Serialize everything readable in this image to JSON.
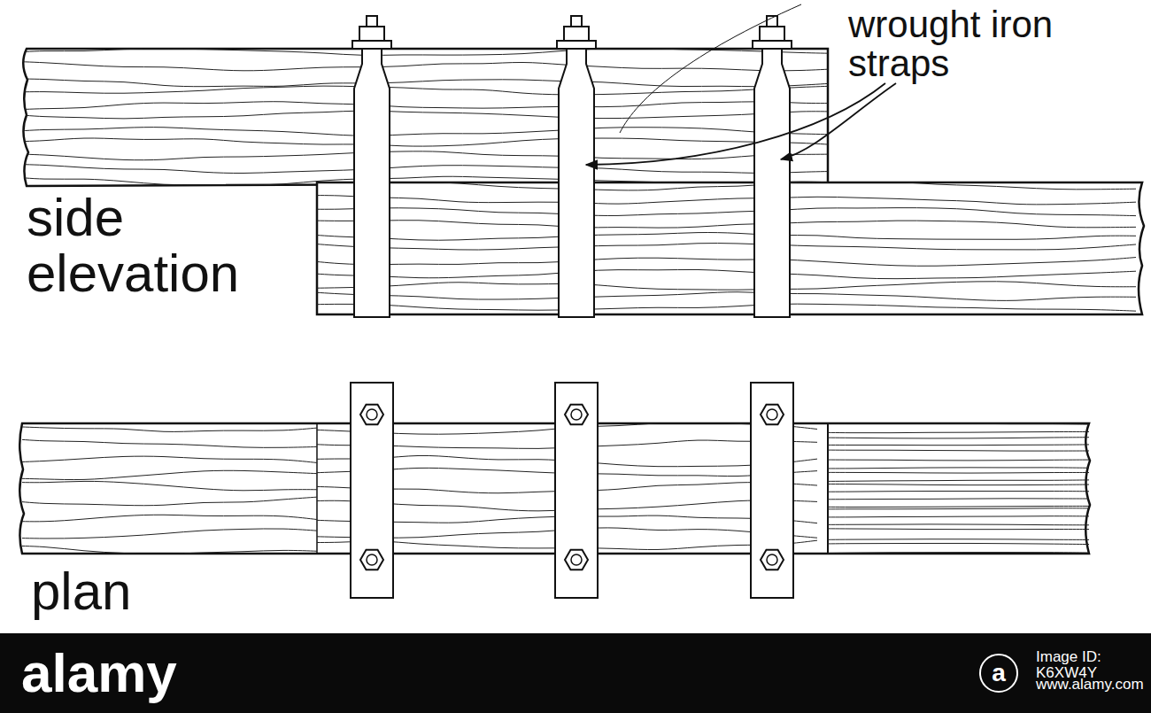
{
  "diagram": {
    "nodes": [
      {
        "text": [
          "a"
        ]
      }
    ],
    "labels": [
      "wrought iron straps",
      "side elevation",
      "plan",
      "alamy",
      "Image ID: K6XW4Y",
      "www.alamy.com"
    ]
  }
}
